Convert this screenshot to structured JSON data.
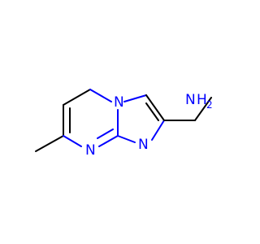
{
  "molecule": {
    "colors": {
      "bond": "#000000",
      "nitrogen": "#0000ff",
      "background": "#ffffff"
    },
    "atoms": {
      "n_bridgehead": "N",
      "n_ring_imidazole": "N",
      "n_ring_pyrimidine": "N",
      "amine": "NH2_label"
    },
    "labels": {
      "n_bridgehead": "N",
      "n_imidazole": "N",
      "n_pyrimidine": "N",
      "amine_N": "N",
      "amine_H": "H",
      "amine_sub": "2"
    }
  }
}
